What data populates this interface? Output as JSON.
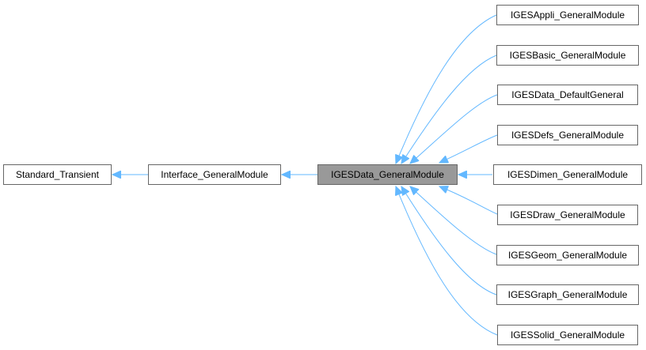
{
  "colors": {
    "edge": "#63b8ff",
    "node_border": "#666666",
    "focus_fill": "#999999",
    "node_fill": "#ffffff"
  },
  "nodes": {
    "standard_transient": "Standard_Transient",
    "interface_generalmodule": "Interface_GeneralModule",
    "igesdata_generalmodule": "IGESData_GeneralModule",
    "igesappli_generalmodule": "IGESAppli_GeneralModule",
    "igesbasic_generalmodule": "IGESBasic_GeneralModule",
    "igesdata_defaultgeneral": "IGESData_DefaultGeneral",
    "igesdefs_generalmodule": "IGESDefs_GeneralModule",
    "igesdimen_generalmodule": "IGESDimen_GeneralModule",
    "igesdraw_generalmodule": "IGESDraw_GeneralModule",
    "igesgeom_generalmodule": "IGESGeom_GeneralModule",
    "igesgraph_generalmodule": "IGESGraph_GeneralModule",
    "igessolid_generalmodule": "IGESSolid_GeneralModule"
  }
}
